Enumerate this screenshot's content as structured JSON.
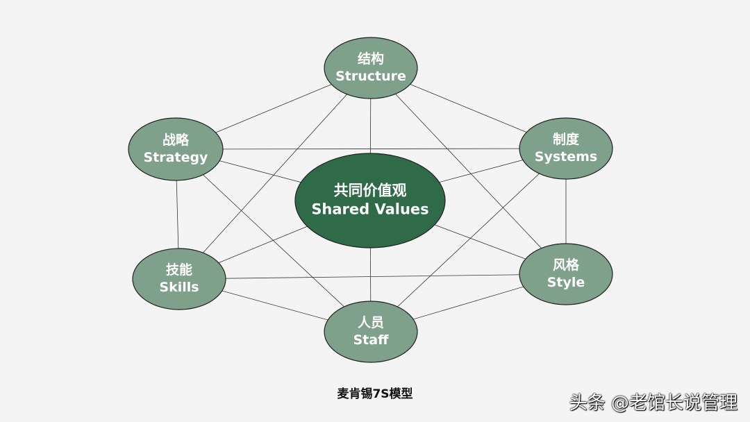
{
  "diagram": {
    "caption": "麦肯锡7S模型",
    "watermark": "头条 @老馆长说管理",
    "colors": {
      "background": "#f4f4f4",
      "node_fill": "#7fa08a",
      "center_fill": "#2f6b48",
      "edge": "#333333"
    },
    "nodes": [
      {
        "id": "structure",
        "zh": "结构",
        "en": "Structure"
      },
      {
        "id": "strategy",
        "zh": "战略",
        "en": "Strategy"
      },
      {
        "id": "systems",
        "zh": "制度",
        "en": "Systems"
      },
      {
        "id": "skills",
        "zh": "技能",
        "en": "Skills"
      },
      {
        "id": "style",
        "zh": "风格",
        "en": "Style"
      },
      {
        "id": "staff",
        "zh": "人员",
        "en": "Staff"
      },
      {
        "id": "shared-values",
        "zh": "共同价值观",
        "en": "Shared Values"
      }
    ],
    "edges": [
      [
        "structure",
        "strategy"
      ],
      [
        "structure",
        "systems"
      ],
      [
        "strategy",
        "skills"
      ],
      [
        "systems",
        "style"
      ],
      [
        "skills",
        "staff"
      ],
      [
        "style",
        "staff"
      ],
      [
        "structure",
        "skills"
      ],
      [
        "structure",
        "style"
      ],
      [
        "strategy",
        "systems"
      ],
      [
        "strategy",
        "staff"
      ],
      [
        "systems",
        "staff"
      ],
      [
        "skills",
        "style"
      ],
      [
        "shared-values",
        "structure"
      ],
      [
        "shared-values",
        "strategy"
      ],
      [
        "shared-values",
        "systems"
      ],
      [
        "shared-values",
        "skills"
      ],
      [
        "shared-values",
        "style"
      ],
      [
        "shared-values",
        "staff"
      ]
    ]
  }
}
